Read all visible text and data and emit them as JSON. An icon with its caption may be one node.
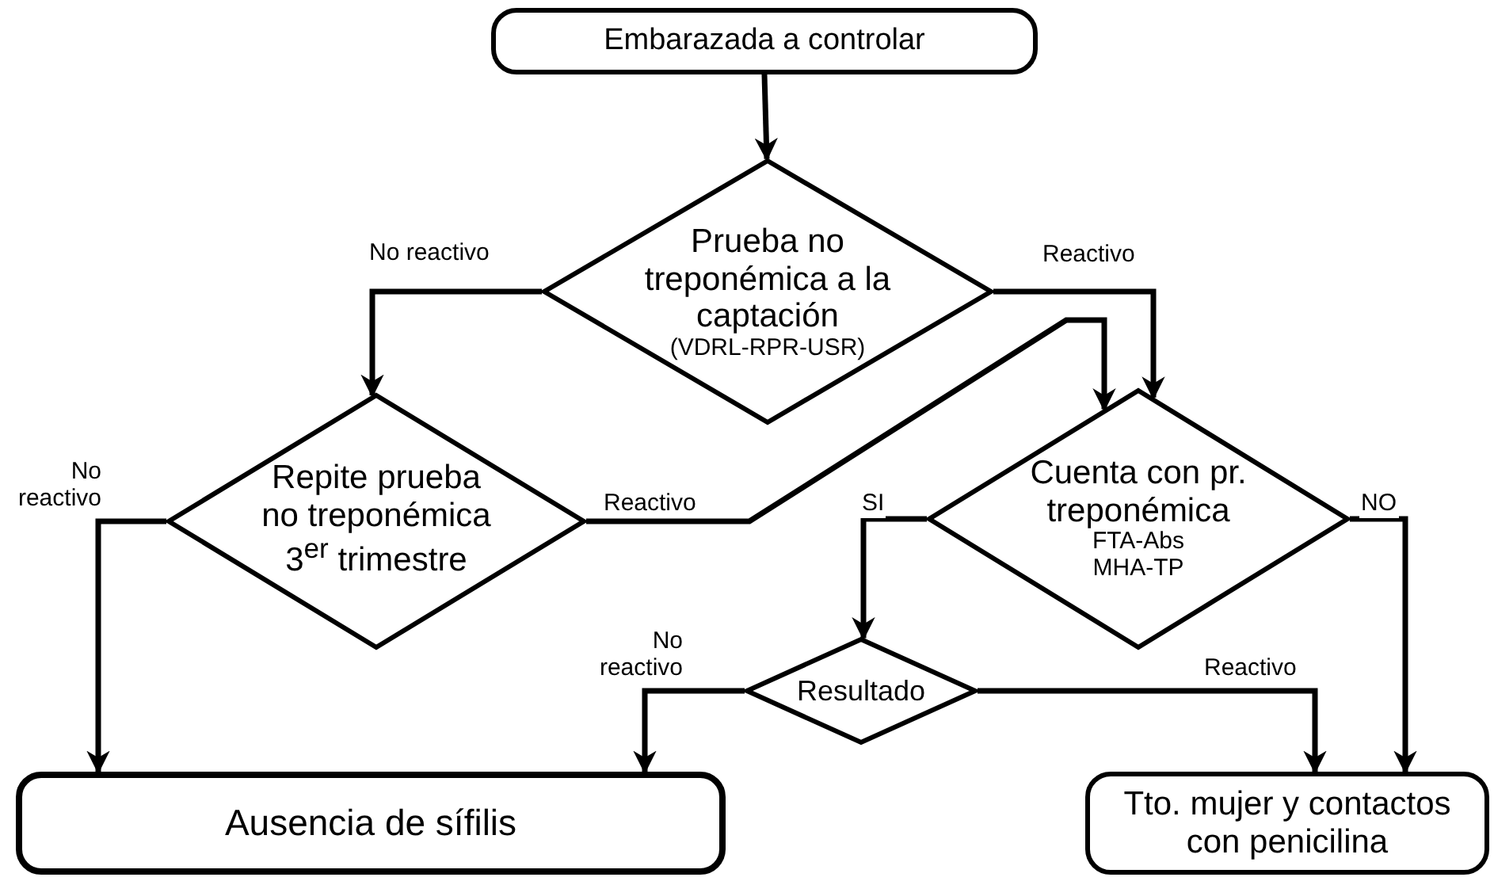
{
  "diagram": {
    "nodes": [
      {
        "text": [
          "Embarazada a controlar"
        ]
      },
      {
        "text": [
          "Prueba no treponémica a la captación",
          "(VDRL-RPR-USR)"
        ]
      },
      {
        "text": [
          "Repite prueba no treponémica 3$^{er}$ trimestre"
        ]
      },
      {
        "text": [
          "Cuenta con pr. treponémica",
          "FTA-Abs MHA-TP"
        ]
      },
      {
        "text": [
          "Resultado"
        ]
      },
      {
        "text": [
          "Ausencia de sífilis"
        ]
      },
      {
        "text": [
          "Tto. mujer y contactos con penicilina"
        ]
      }
    ],
    "edges": [
      {
        "from": 0,
        "to": 1,
        "arrow": "to"
      },
      {
        "from": 1,
        "to": 2,
        "arrow": "to",
        "label": "No reactivo"
      },
      {
        "from": 1,
        "to": 3,
        "arrow": "to",
        "label": "Reactivo"
      },
      {
        "from": 2,
        "to": 3,
        "arrow": "to",
        "label": "Reactivo"
      },
      {
        "from": 2,
        "to": 5,
        "arrow": "to",
        "label": "No reactivo"
      },
      {
        "from": 3,
        "to": 4,
        "arrow": "to",
        "label": "SI"
      },
      {
        "from": 3,
        "to": 6,
        "arrow": "to",
        "label": "NO"
      },
      {
        "from": 4,
        "to": 5,
        "arrow": "to",
        "label": "No reactivo"
      },
      {
        "from": 4,
        "to": 6,
        "arrow": "to",
        "label": "Reactivo"
      }
    ]
  }
}
